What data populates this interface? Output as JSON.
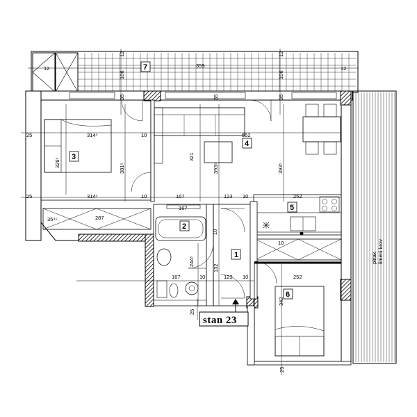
{
  "plan_title": "stan 23",
  "rooms": [
    {
      "num": "1"
    },
    {
      "num": "2"
    },
    {
      "num": "3"
    },
    {
      "num": "4"
    },
    {
      "num": "5"
    },
    {
      "num": "6"
    },
    {
      "num": "7"
    }
  ],
  "terrace_labels": {
    "line1": "plitak",
    "line2": "limeni krov"
  },
  "dimensions": {
    "top_12_left": "12",
    "top_12_right": "12",
    "top_12_small_left": "12",
    "top_12_small_right": "12",
    "d359": "359",
    "d106_left": "106",
    "d106_right": "106",
    "d35_a": "35",
    "d35_b": "35",
    "d35_c": "35",
    "d25_top": "25",
    "d314_top": "314⁵",
    "d10_a": "10",
    "d552": "552",
    "d326": "326⁵",
    "d381": "381⁵",
    "d321": "321",
    "d393_a": "393⁵",
    "d393_b": "393⁵",
    "d25_mid": "25",
    "d314_mid": "314⁵",
    "d10_b": "10",
    "d167_top": "167",
    "d123_top": "123",
    "d10_c": "10",
    "d252_top": "252",
    "d167_bath": "167",
    "d287": "287",
    "d35_45": "35⁴⁵",
    "d10_d": "10",
    "d10_e": "10",
    "d244": "244⁵",
    "d132": "132",
    "d167_low": "167",
    "d10_f": "10",
    "d123_low": "123",
    "d10_g": "10",
    "d252_low": "252",
    "d342": "342",
    "d25_bottom_left": "25",
    "d25_bottom_right": "25"
  }
}
